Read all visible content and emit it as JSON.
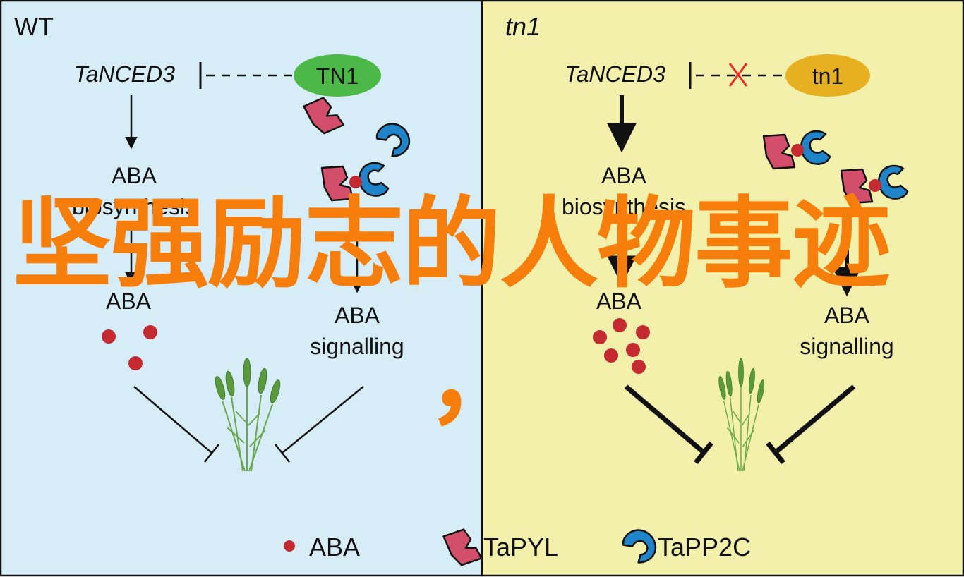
{
  "colors": {
    "wt_panel_bg": "#d6ecf6",
    "tn1_panel_bg": "#f2f0aa",
    "tn1_protein": "#e6b021",
    "tn1_protein_text": "#1a1a1a",
    "tn1_cross": "#ee2a24",
    "tn1_text": "#1a1a1a",
    "tn1_arrow": "#111111",
    "wt_protein": "#4cb848",
    "wt_protein_text": "#1a1a1a",
    "aba_dot": "#c42a2f",
    "tapyl": "#d24e6a",
    "tapp2c": "#1f84c9",
    "overlay_text": "#f77e0b"
  },
  "panels": {
    "wt": {
      "title": "WT",
      "gene": "TaNCED3",
      "protein": "TN1",
      "biosynthesis_line1": "ABA",
      "biosynthesis_line2": "biosynthesis",
      "aba": "ABA",
      "signalling_line1": "ABA",
      "signalling_line2": "signalling"
    },
    "tn1": {
      "title": "tn1",
      "gene": "TaNCED3",
      "protein": "tn1",
      "biosynthesis_line1": "ABA",
      "biosynthesis_line2": "biosynthesis",
      "aba": "ABA",
      "signalling_line1": "ABA",
      "signalling_line2": "signalling"
    }
  },
  "legend": [
    {
      "icon": "aba-dot-icon",
      "label": "ABA"
    },
    {
      "icon": "tapyl-icon",
      "label": "TaPYL"
    },
    {
      "icon": "tapp2c-icon",
      "label": "TaPP2C"
    }
  ],
  "overlay": {
    "title": "坚强励志的人物事迹",
    "comma": "，"
  }
}
